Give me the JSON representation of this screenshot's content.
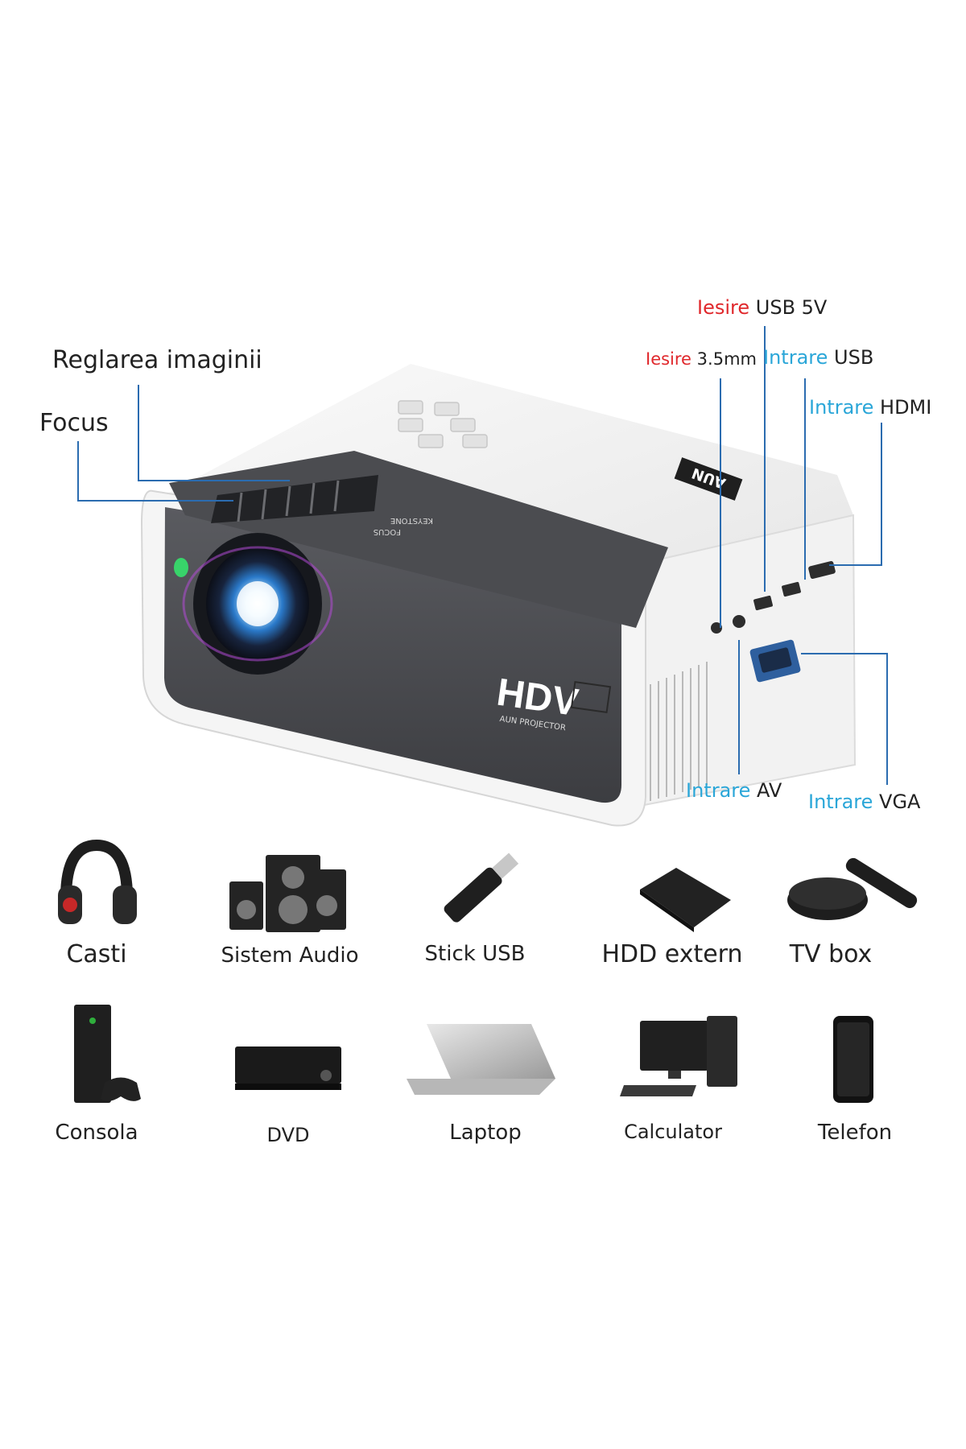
{
  "callouts": {
    "image_adjust": "Reglarea imaginii",
    "focus": "Focus",
    "usb5v": {
      "prefix": "Iesire",
      "rest": "USB 5V"
    },
    "audio": {
      "prefix": "Iesire",
      "rest": "3.5mm"
    },
    "usb_in": {
      "prefix": "Intrare",
      "rest": "USB"
    },
    "hdmi": {
      "prefix": "Intrare",
      "rest": "HDMI"
    },
    "av": {
      "prefix": "Intrare",
      "rest": "AV"
    },
    "vga": {
      "prefix": "Intrare",
      "rest": "VGA"
    }
  },
  "projector": {
    "brand_badge": "AUN",
    "front_logo": "HDV",
    "front_sublogo": "AUN PROJECTOR",
    "panel_text_1": "KEYSTONE",
    "panel_text_2": "FOCUS"
  },
  "devices": [
    {
      "label": "Casti",
      "icon": "headphones-icon"
    },
    {
      "label": "Sistem Audio",
      "icon": "speaker-system-icon"
    },
    {
      "label": "Stick USB",
      "icon": "usb-stick-icon"
    },
    {
      "label": "HDD extern",
      "icon": "external-hdd-icon"
    },
    {
      "label": "TV box",
      "icon": "tv-box-icon"
    },
    {
      "label": "Consola",
      "icon": "game-console-icon"
    },
    {
      "label": "DVD",
      "icon": "dvd-player-icon"
    },
    {
      "label": "Laptop",
      "icon": "laptop-icon"
    },
    {
      "label": "Calculator",
      "icon": "desktop-computer-icon"
    },
    {
      "label": "Telefon",
      "icon": "smartphone-icon"
    }
  ],
  "colors": {
    "accent_red": "#e0282c",
    "accent_blue": "#2aa6d8",
    "leader_line": "#2b6cb0",
    "projector_front": "#4a4b4f",
    "projector_body": "#f4f4f4"
  }
}
